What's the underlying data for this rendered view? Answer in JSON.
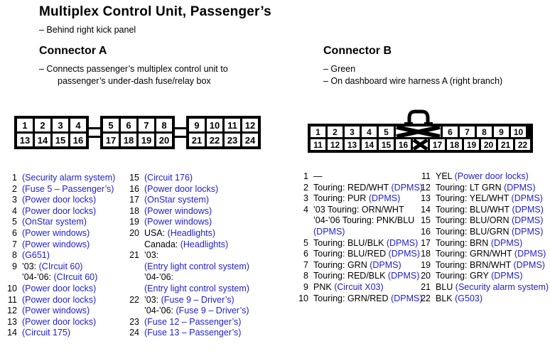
{
  "page": {
    "title": "Multiplex Control Unit, Passenger’s",
    "subtitle": "– Behind right kick panel"
  },
  "colors": {
    "link_blue": "#2222CC",
    "text_black": "#000000",
    "background": "#FFFFFF"
  },
  "connector_a": {
    "heading": "Connector A",
    "notes": [
      "– Connects passenger’s multiplex control unit to",
      "passenger’s under-dash fuse/relay box"
    ],
    "diagram": {
      "groups": [
        {
          "top": [
            "1",
            "2",
            "3",
            "4"
          ],
          "bottom": [
            "13",
            "14",
            "15",
            "16"
          ]
        },
        {
          "top": [
            "5",
            "6",
            "7",
            "8"
          ],
          "bottom": [
            "17",
            "18",
            "19",
            "20"
          ]
        },
        {
          "top": [
            "9",
            "10",
            "11",
            "12"
          ],
          "bottom": [
            "21",
            "22",
            "23",
            "24"
          ]
        }
      ]
    },
    "pins_col1": [
      {
        "num": "1",
        "lines": [
          [
            {
              "t": "(Security alarm system)",
              "link": true
            }
          ]
        ]
      },
      {
        "num": "2",
        "lines": [
          [
            {
              "t": "(Fuse 5 – Passenger’s)",
              "link": true
            }
          ]
        ]
      },
      {
        "num": "3",
        "lines": [
          [
            {
              "t": "(Power door locks)",
              "link": true
            }
          ]
        ]
      },
      {
        "num": "4",
        "lines": [
          [
            {
              "t": "(Power door locks)",
              "link": true
            }
          ]
        ]
      },
      {
        "num": "5",
        "lines": [
          [
            {
              "t": "(OnStar system)",
              "link": true
            }
          ]
        ]
      },
      {
        "num": "6",
        "lines": [
          [
            {
              "t": "(Power windows)",
              "link": true
            }
          ]
        ]
      },
      {
        "num": "7",
        "lines": [
          [
            {
              "t": "(Power windows)",
              "link": true
            }
          ]
        ]
      },
      {
        "num": "8",
        "lines": [
          [
            {
              "t": "(G651)",
              "link": true
            }
          ]
        ]
      },
      {
        "num": "9",
        "lines": [
          [
            {
              "t": "’03: ",
              "link": false
            },
            {
              "t": "(CIrcuit 60)",
              "link": true
            }
          ],
          [
            {
              "t": "’04-’06: ",
              "link": false
            },
            {
              "t": "(CIrcuit 60)",
              "link": true
            }
          ]
        ]
      },
      {
        "num": "10",
        "lines": [
          [
            {
              "t": "(Power door locks)",
              "link": true
            }
          ]
        ]
      },
      {
        "num": "11",
        "lines": [
          [
            {
              "t": "(Power door locks)",
              "link": true
            }
          ]
        ]
      },
      {
        "num": "12",
        "lines": [
          [
            {
              "t": "(Power windows)",
              "link": true
            }
          ]
        ]
      },
      {
        "num": "13",
        "lines": [
          [
            {
              "t": "(Power door locks)",
              "link": true
            }
          ]
        ]
      },
      {
        "num": "14",
        "lines": [
          [
            {
              "t": "(Circuit 175)",
              "link": true
            }
          ]
        ]
      }
    ],
    "pins_col2": [
      {
        "num": "15",
        "lines": [
          [
            {
              "t": "(Circuit 176)",
              "link": true
            }
          ]
        ]
      },
      {
        "num": "16",
        "lines": [
          [
            {
              "t": "(Power door locks)",
              "link": true
            }
          ]
        ]
      },
      {
        "num": "17",
        "lines": [
          [
            {
              "t": "(OnStar system)",
              "link": true
            }
          ]
        ]
      },
      {
        "num": "18",
        "lines": [
          [
            {
              "t": "(Power windows)",
              "link": true
            }
          ]
        ]
      },
      {
        "num": "19",
        "lines": [
          [
            {
              "t": "(Power windows)",
              "link": true
            }
          ]
        ]
      },
      {
        "num": "20",
        "lines": [
          [
            {
              "t": "USA: ",
              "link": false
            },
            {
              "t": "(Headlights)",
              "link": true
            }
          ],
          [
            {
              "t": "Canada: ",
              "link": false
            },
            {
              "t": "(Headlights)",
              "link": true
            }
          ]
        ]
      },
      {
        "num": "21",
        "lines": [
          [
            {
              "t": "’03:",
              "link": false
            }
          ],
          [
            {
              "t": "(Entry light control system)",
              "link": true
            }
          ],
          [
            {
              "t": "’04-’06:",
              "link": false
            }
          ],
          [
            {
              "t": "(Entry light control system)",
              "link": true
            }
          ]
        ]
      },
      {
        "num": "22",
        "lines": [
          [
            {
              "t": "’03: ",
              "link": false
            },
            {
              "t": "(Fuse 9 – Driver’s)",
              "link": true
            }
          ],
          [
            {
              "t": "’04-’06: ",
              "link": false
            },
            {
              "t": "(Fuse 9 – Driver’s)",
              "link": true
            }
          ]
        ]
      },
      {
        "num": "23",
        "lines": [
          [
            {
              "t": "(Fuse 12 – Passenger’s)",
              "link": true
            }
          ]
        ]
      },
      {
        "num": "24",
        "lines": [
          [
            {
              "t": "(Fuse 13 – Passenger’s)",
              "link": true
            }
          ]
        ]
      }
    ]
  },
  "connector_b": {
    "heading": "Connector B",
    "notes": [
      "– Green",
      "– On dashboard wire harness A (right branch)"
    ],
    "diagram": {
      "top_row": [
        "1",
        "2",
        "3",
        "4",
        "5",
        "X",
        "6",
        "7",
        "8",
        "9",
        "10"
      ],
      "bottom_row": [
        "11",
        "12",
        "13",
        "14",
        "15",
        "16",
        "x",
        "17",
        "18",
        "19",
        "20",
        "21",
        "22"
      ]
    },
    "pins_col1": [
      {
        "num": "1",
        "lines": [
          [
            {
              "t": "—",
              "link": false
            }
          ]
        ]
      },
      {
        "num": "2",
        "lines": [
          [
            {
              "t": "Touring: RED/WHT ",
              "link": false
            },
            {
              "t": "(DPMS)",
              "link": true
            }
          ]
        ]
      },
      {
        "num": "3",
        "lines": [
          [
            {
              "t": "Touring: PUR ",
              "link": false
            },
            {
              "t": "(DPMS)",
              "link": true
            }
          ]
        ]
      },
      {
        "num": "4",
        "lines": [
          [
            {
              "t": "’03 Touring: ORN/WHT",
              "link": false
            }
          ],
          [
            {
              "t": "’04-’06 Touring: PNK/BLU",
              "link": false
            }
          ],
          [
            {
              "t": "(DPMS)",
              "link": true
            }
          ]
        ]
      },
      {
        "num": "5",
        "lines": [
          [
            {
              "t": "Touring: BLU/BLK ",
              "link": false
            },
            {
              "t": "(DPMS)",
              "link": true
            }
          ]
        ]
      },
      {
        "num": "6",
        "lines": [
          [
            {
              "t": "Touring: BLU/RED ",
              "link": false
            },
            {
              "t": "(DPMS)",
              "link": true
            }
          ]
        ]
      },
      {
        "num": "7",
        "lines": [
          [
            {
              "t": "Touring: GRN ",
              "link": false
            },
            {
              "t": "(DPMS)",
              "link": true
            }
          ]
        ]
      },
      {
        "num": "8",
        "lines": [
          [
            {
              "t": "Touring: RED/BLK ",
              "link": false
            },
            {
              "t": "(DPMS)",
              "link": true
            }
          ]
        ]
      },
      {
        "num": "9",
        "lines": [
          [
            {
              "t": "PNK ",
              "link": false
            },
            {
              "t": "(Circuit X03)",
              "link": true
            }
          ]
        ]
      },
      {
        "num": "10",
        "lines": [
          [
            {
              "t": "Touring: GRN/RED ",
              "link": false
            },
            {
              "t": "(DPMS)",
              "link": true
            }
          ]
        ]
      }
    ],
    "pins_col2": [
      {
        "num": "11",
        "lines": [
          [
            {
              "t": "YEL ",
              "link": false
            },
            {
              "t": "(Power door locks)",
              "link": true
            }
          ]
        ]
      },
      {
        "num": "12",
        "lines": [
          [
            {
              "t": "Touring: LT GRN ",
              "link": false
            },
            {
              "t": "(DPMS)",
              "link": true
            }
          ]
        ]
      },
      {
        "num": "13",
        "lines": [
          [
            {
              "t": "Touring: YEL/WHT ",
              "link": false
            },
            {
              "t": "(DPMS)",
              "link": true
            }
          ]
        ]
      },
      {
        "num": "14",
        "lines": [
          [
            {
              "t": "Touring: BLU/WHT ",
              "link": false
            },
            {
              "t": "(DPMS)",
              "link": true
            }
          ]
        ]
      },
      {
        "num": "15",
        "lines": [
          [
            {
              "t": "Touring: BLU/ORN ",
              "link": false
            },
            {
              "t": "(DPMS)",
              "link": true
            }
          ]
        ]
      },
      {
        "num": "16",
        "lines": [
          [
            {
              "t": "Touring: BLU/GRN ",
              "link": false
            },
            {
              "t": "(DPMS)",
              "link": true
            }
          ]
        ]
      },
      {
        "num": "17",
        "lines": [
          [
            {
              "t": "Touring: BRN ",
              "link": false
            },
            {
              "t": "(DPMS)",
              "link": true
            }
          ]
        ]
      },
      {
        "num": "18",
        "lines": [
          [
            {
              "t": "Touring: GRN/WHT ",
              "link": false
            },
            {
              "t": "(DPMS)",
              "link": true
            }
          ]
        ]
      },
      {
        "num": "19",
        "lines": [
          [
            {
              "t": "Touring: BRN/WHT ",
              "link": false
            },
            {
              "t": "(DPMS)",
              "link": true
            }
          ]
        ]
      },
      {
        "num": "20",
        "lines": [
          [
            {
              "t": "Touring: GRY ",
              "link": false
            },
            {
              "t": "(DPMS)",
              "link": true
            }
          ]
        ]
      },
      {
        "num": "21",
        "lines": [
          [
            {
              "t": "BLU ",
              "link": false
            },
            {
              "t": "(Security alarm system)",
              "link": true
            }
          ]
        ]
      },
      {
        "num": "22",
        "lines": [
          [
            {
              "t": "BLK ",
              "link": false
            },
            {
              "t": "(G503)",
              "link": true
            }
          ]
        ]
      }
    ]
  }
}
